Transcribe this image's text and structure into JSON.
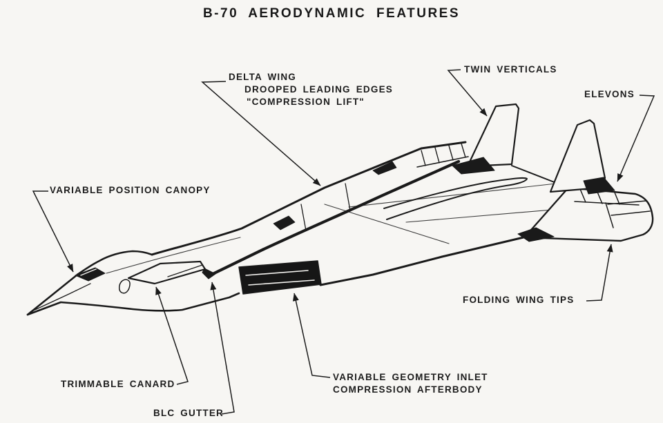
{
  "title": "B-70 AERODYNAMIC FEATURES",
  "labels": {
    "delta_wing": {
      "line1": "DELTA WING",
      "line2": "DROOPED LEADING EDGES",
      "line3": "\"COMPRESSION LIFT\""
    },
    "twin_verticals": "TWIN VERTICALS",
    "elevons": "ELEVONS",
    "variable_position_canopy": "VARIABLE POSITION CANOPY",
    "folding_wing_tips": "FOLDING WING TIPS",
    "trimmable_canard": "TRIMMABLE CANARD",
    "blc_gutter": "BLC GUTTER",
    "variable_geometry_inlet": {
      "line1": "VARIABLE GEOMETRY INLET",
      "line2": "COMPRESSION AFTERBODY"
    }
  },
  "colors": {
    "ink": "#1a1a1a",
    "paper": "#f7f6f3"
  }
}
